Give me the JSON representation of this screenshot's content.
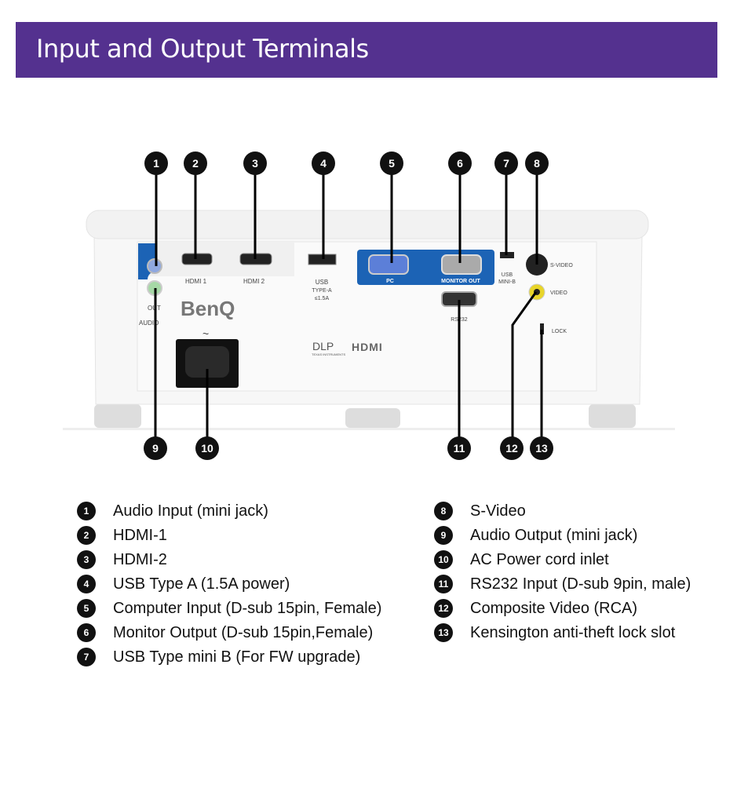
{
  "header": {
    "title": "Input and Output Terminals"
  },
  "colors": {
    "header_bg": "#54318f",
    "panel_blue": "#1c63b5",
    "marker": "#111111"
  },
  "markers_top": [
    "1",
    "2",
    "3",
    "4",
    "5",
    "6",
    "7",
    "8"
  ],
  "markers_bottom": [
    "9",
    "10",
    "11",
    "12",
    "13"
  ],
  "port_labels": {
    "hdmi1": "HDMI 1",
    "hdmi2": "HDMI 2",
    "usb_a": [
      "USB",
      "TYPE-A",
      "≤1.5A"
    ],
    "pc": "PC",
    "monitor_out": "MONITOR OUT",
    "usb_mini": [
      "USB",
      "MINI-B"
    ],
    "svideo": "S-VIDEO",
    "video": "VIDEO",
    "rs232": "RS232",
    "lock": "LOCK",
    "audio_out": "OUT",
    "audio": "AUDIO",
    "ac": "~"
  },
  "logos": {
    "brand": "BenQ",
    "dlp": "DLP",
    "dlp_sub": "TEXAS INSTRUMENTS",
    "hdmi": "HDMI"
  },
  "legend_left": [
    {
      "num": "1",
      "label": "Audio Input (mini jack)"
    },
    {
      "num": "2",
      "label": "HDMI-1"
    },
    {
      "num": "3",
      "label": "HDMI-2"
    },
    {
      "num": "4",
      "label": "USB Type A (1.5A power)"
    },
    {
      "num": "5",
      "label": "Computer Input (D-sub 15pin, Female)"
    },
    {
      "num": "6",
      "label": "Monitor Output (D-sub 15pin,Female)"
    },
    {
      "num": "7",
      "label": "USB Type mini B (For FW upgrade)"
    }
  ],
  "legend_right": [
    {
      "num": "8",
      "label": "S-Video"
    },
    {
      "num": "9",
      "label": "Audio Output (mini jack)"
    },
    {
      "num": "10",
      "label": "AC Power cord inlet"
    },
    {
      "num": "11",
      "label": "RS232 Input (D-sub 9pin, male)"
    },
    {
      "num": "12",
      "label": "Composite Video (RCA)"
    },
    {
      "num": "13",
      "label": "Kensington anti-theft lock slot"
    }
  ]
}
